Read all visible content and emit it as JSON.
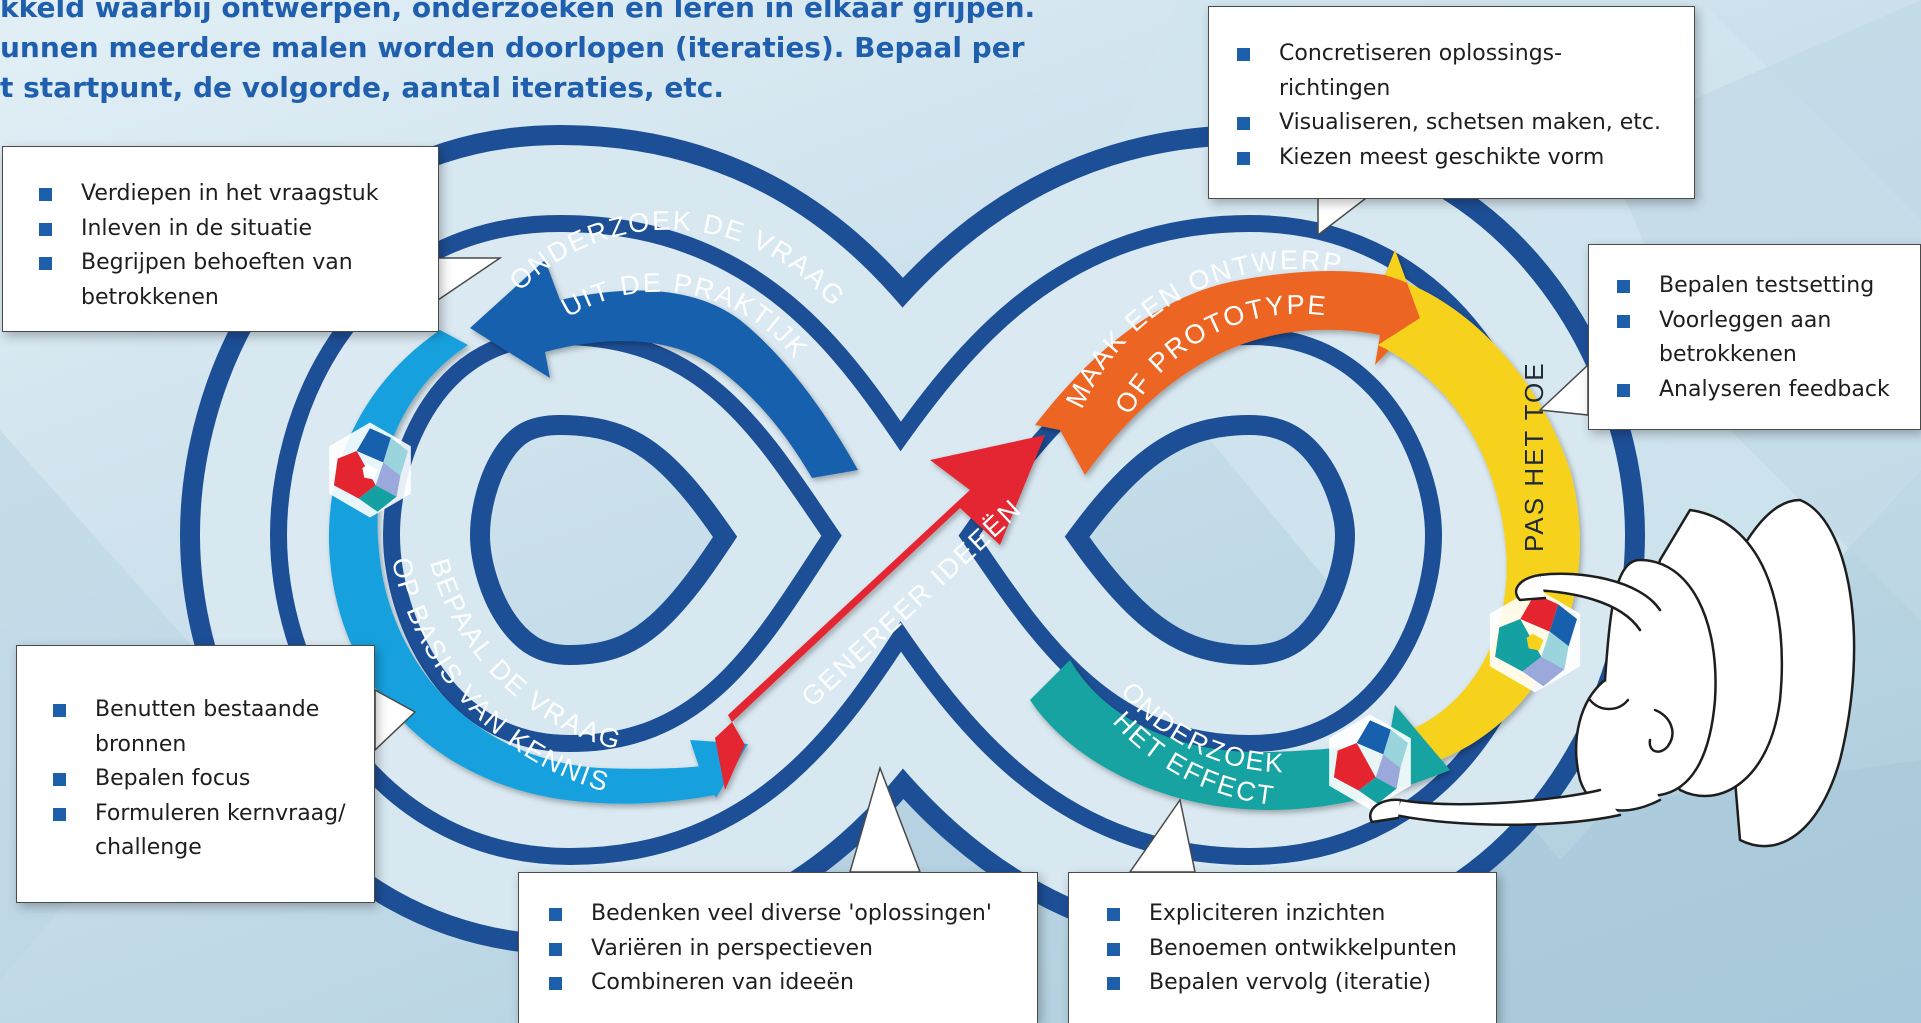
{
  "intro_lines": [
    "kkeld waarbij ontwerpen, onderzoeken en leren in elkaar grijpen.",
    "unnen meerdere malen worden doorlopen (iteraties). Bepaal per",
    "t startpunt, de volgorde, aantal iteraties, etc."
  ],
  "phases": {
    "onderzoek_vraag": [
      "ONDERZOEK DE VRAAG",
      "UIT DE PRAKTIJK"
    ],
    "bepaal_vraag": [
      "BEPAAL DE VRAAG",
      "OP BASIS VAN KENNIS"
    ],
    "genereer": "GENEREER IDEEËN",
    "ontwerp": [
      "MAAK EEN ONTWERP",
      "OF PROTOTYPE"
    ],
    "pas_toe": "PAS HET TOE",
    "effect": [
      "ONDERZOEK",
      "HET EFFECT"
    ]
  },
  "callouts": {
    "top_left": [
      "Verdiepen in het vraagstuk",
      "Inleven in de situatie",
      "Begrijpen behoeften van betrokkenen"
    ],
    "top_center": [
      "Concretiseren oplossings-richtingen",
      "Visualiseren, schetsen maken, etc.",
      "Kiezen meest geschikte vorm"
    ],
    "right": [
      "Bepalen testsetting",
      "Voorleggen aan betrokkenen",
      "Analyseren feedback"
    ],
    "left_bottom": [
      "Benutten bestaande bronnen",
      "Bepalen focus",
      "Formuleren kernvraag/ challenge"
    ],
    "bottom_center": [
      "Bedenken veel diverse 'oplossingen'",
      "Variëren in perspectieven",
      "Combineren van ideeën"
    ],
    "bottom_right": [
      "Expliciteren inzichten",
      "Benoemen ontwikkelpunten",
      "Bepalen vervolg (iteratie)"
    ]
  },
  "colors": {
    "navy": "#1d4f97",
    "dark_blue": "#1660ad",
    "light_blue": "#15a1de",
    "red": "#e42530",
    "orange": "#ec6523",
    "yellow": "#f7d21c",
    "teal": "#14a3a1"
  }
}
